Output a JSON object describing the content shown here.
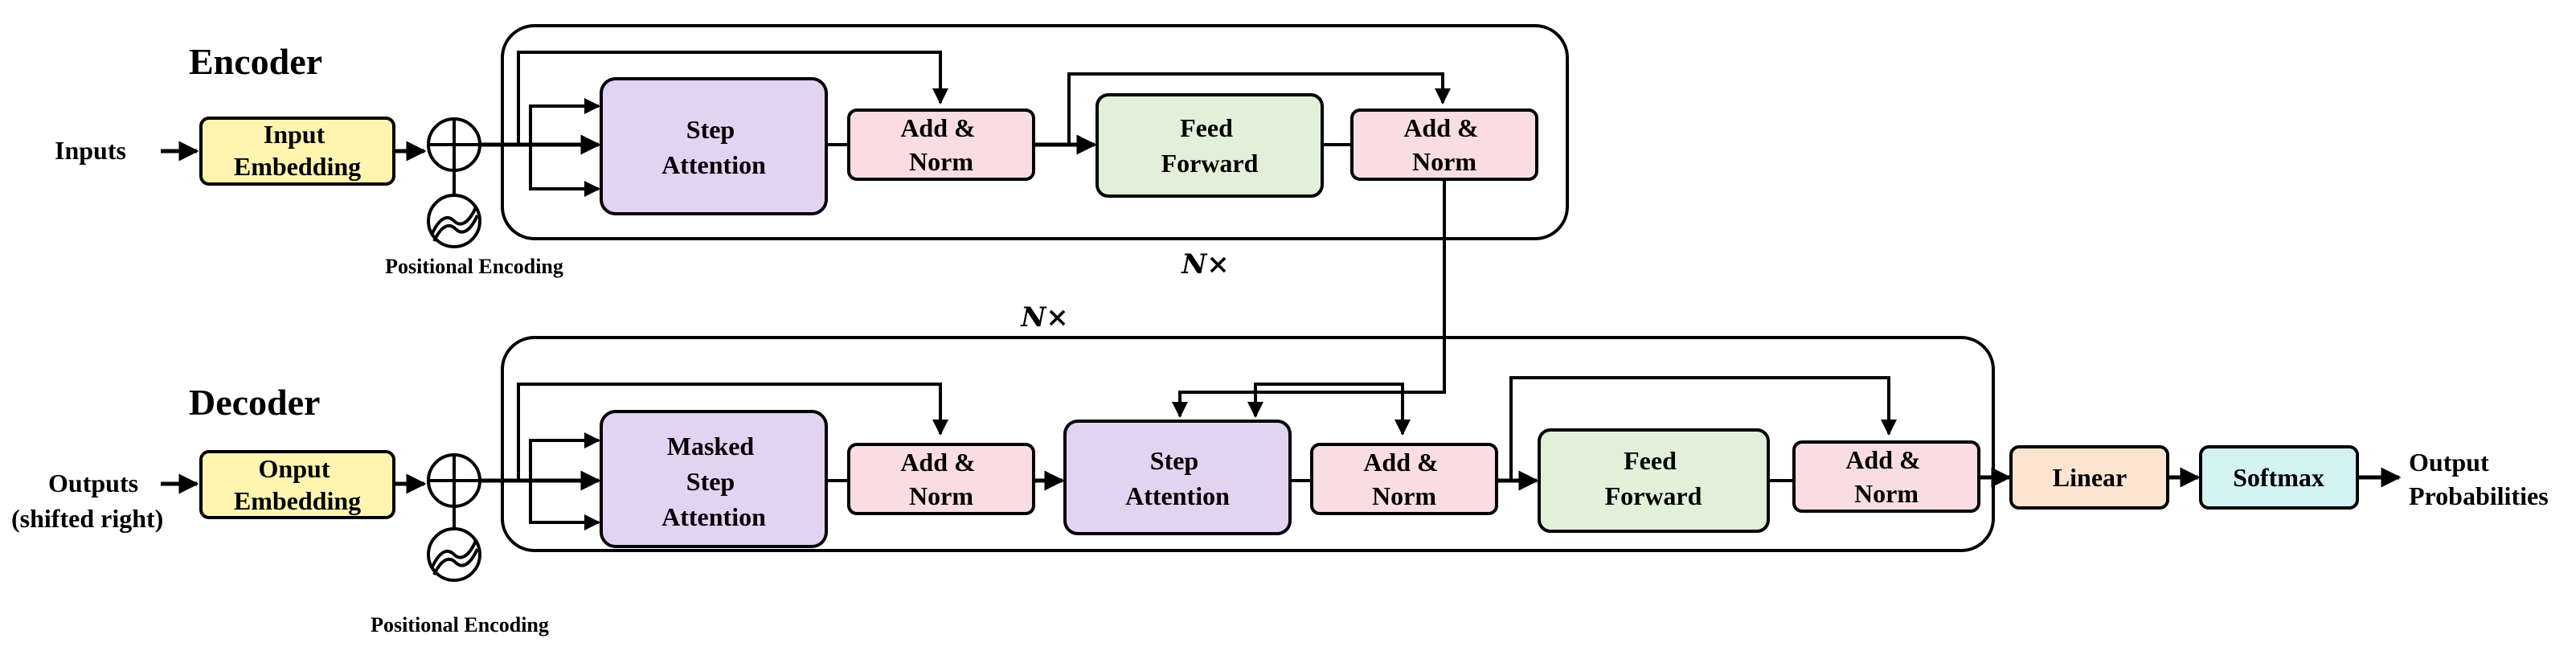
{
  "encoder": {
    "title": "Encoder",
    "input_label": "Inputs",
    "embedding": [
      "Input",
      "Embedding"
    ],
    "positional_encoding": "Positional Encoding",
    "repeat": "N×",
    "step_attention": [
      "Step",
      "Attention"
    ],
    "add_norm_1": [
      "Add &",
      "Norm"
    ],
    "feed_forward": [
      "Feed",
      "Forward"
    ],
    "add_norm_2": [
      "Add &",
      "Norm"
    ]
  },
  "decoder": {
    "title": "Decoder",
    "input_label": [
      "Outputs",
      "(shifted right)"
    ],
    "embedding": [
      "Onput",
      "Embedding"
    ],
    "positional_encoding": "Positional Encoding",
    "repeat": "N×",
    "masked_step_attention": [
      "Masked",
      "Step",
      "Attention"
    ],
    "add_norm_1": [
      "Add &",
      "Norm"
    ],
    "step_attention": [
      "Step",
      "Attention"
    ],
    "add_norm_2": [
      "Add &",
      "Norm"
    ],
    "feed_forward": [
      "Feed",
      "Forward"
    ],
    "add_norm_3": [
      "Add &",
      "Norm"
    ]
  },
  "head": {
    "linear": "Linear",
    "softmax": "Softmax",
    "output_label": [
      "Output",
      "Probabilities"
    ]
  },
  "colors": {
    "embedding": "#fff5b0",
    "attention": "#e3d2f2",
    "add_norm": "#f9dde2",
    "feed_forward": "#e2efd9",
    "linear": "#fce4d0",
    "softmax": "#d4f1f4",
    "stroke": "#000000"
  }
}
